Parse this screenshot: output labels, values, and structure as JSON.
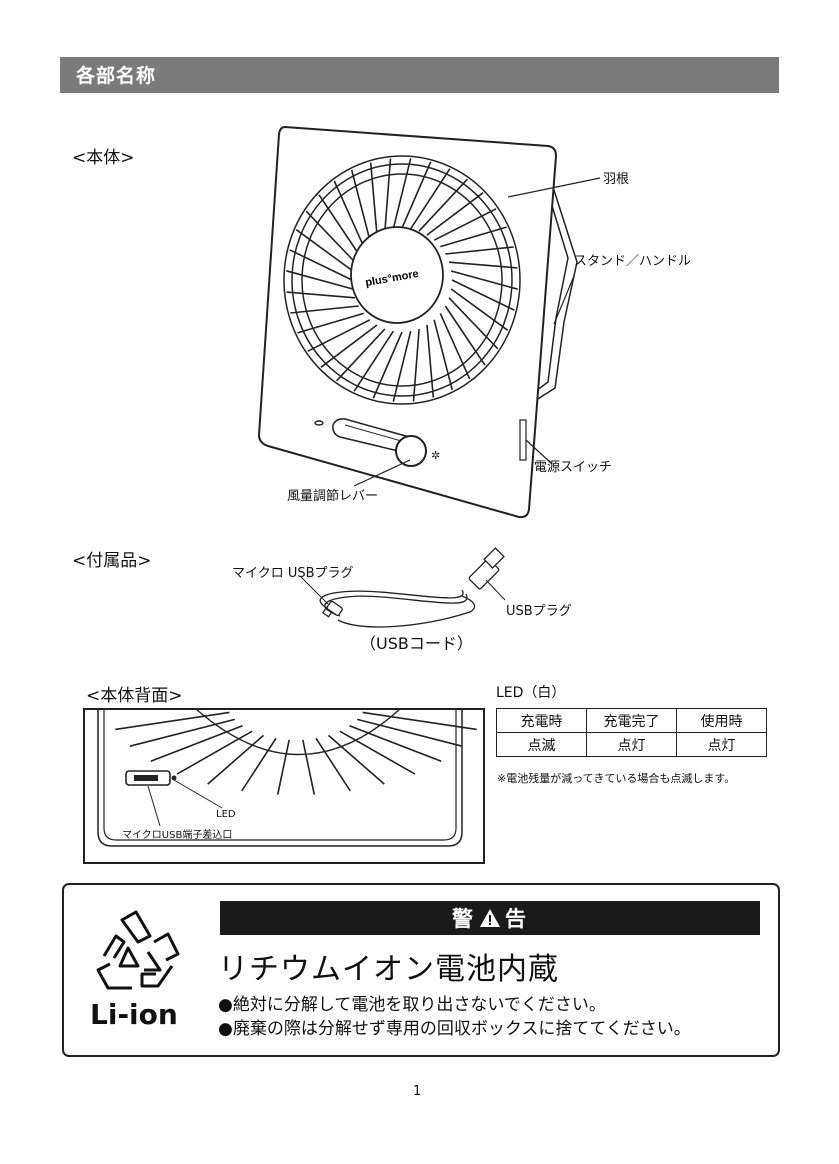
{
  "header": {
    "title": "各部名称"
  },
  "main_unit": {
    "label": "<本体>",
    "brand": "plus°more",
    "callouts": {
      "blades": "羽根",
      "stand": "スタンド／ハンドル",
      "power_switch": "電源スイッチ",
      "speed_lever": "風量調節レバー"
    }
  },
  "accessory": {
    "label": "<付属品>",
    "micro_plug": "マイクロ USBプラグ",
    "usb_plug": "USBプラグ",
    "cord_caption": "（USBコード）"
  },
  "back": {
    "label": "<本体背面>",
    "led_callout": "LED",
    "port_callout": "マイクロUSB端子差込口"
  },
  "led_table": {
    "title": "LED（白）",
    "headers": [
      "充電時",
      "充電完了",
      "使用時"
    ],
    "values": [
      "点滅",
      "点灯",
      "点灯"
    ],
    "note": "※電池残量が減ってきている場合も点滅します。"
  },
  "warning": {
    "title_left": "警",
    "title_right": "告",
    "battery_title": "リチウムイオン電池内蔵",
    "line1": "●絶対に分解して電池を取り出さないでください。",
    "line2": "●廃棄の際は分解せず専用の回収ボックスに捨ててください。",
    "recycle_label": "Li-ion"
  },
  "footer": {
    "page_number": "1"
  }
}
